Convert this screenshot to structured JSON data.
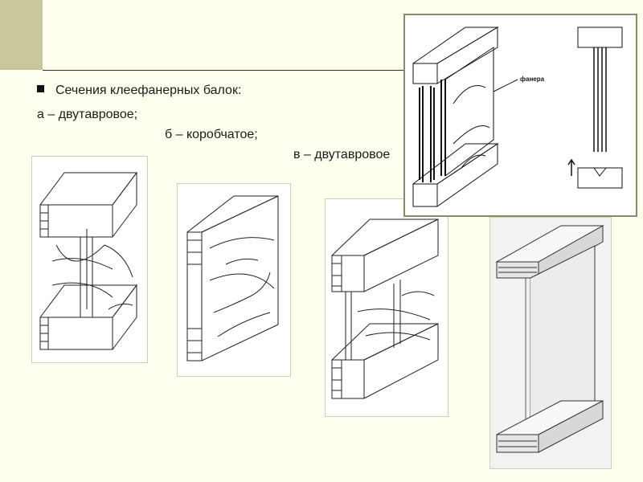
{
  "slide": {
    "bullet": "Сечения клеефанерных балок:",
    "item_a": "а – двутавровое;",
    "item_b": "б – коробчатое;",
    "item_c": "в – двутавровое"
  },
  "figure_top": {
    "label": "фанера"
  },
  "colors": {
    "background": "#fffff0",
    "accent_block": "#c8c89a",
    "rule": "#4b2c1d"
  }
}
